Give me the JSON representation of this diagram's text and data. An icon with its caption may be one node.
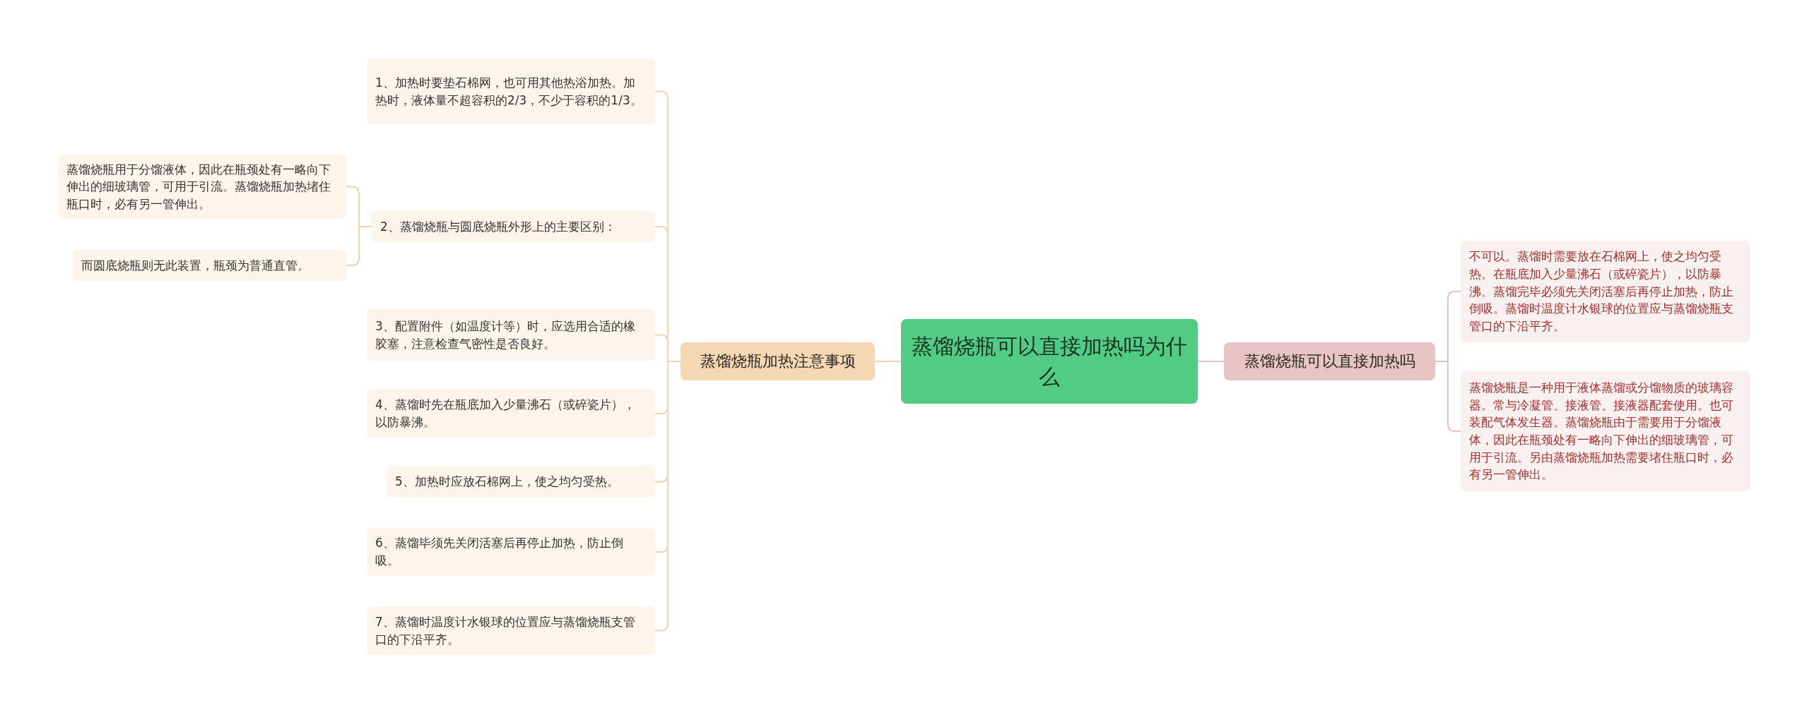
{
  "diagram": {
    "nodes": [
      {
        "text": [
          "蒸馏烧瓶可以直接加热吗为什么"
        ]
      },
      {
        "text": [
          "蒸馏烧瓶加热注意事项"
        ]
      },
      {
        "text": [
          "1、加热时要垫石棉网，也可用其他热浴加热。加热时，液体量不超容积的2/3，不少于容积的1/3。"
        ]
      },
      {
        "text": [
          "2、蒸馏烧瓶与圆底烧瓶外形上的主要区别："
        ]
      },
      {
        "text": [
          "3、配置附件（如温度计等）时，应选用合适的橡胶塞，注意检查气密性是否良好。"
        ]
      },
      {
        "text": [
          "4、蒸馏时先在瓶底加入少量沸石（或碎瓷片），以防暴沸。"
        ]
      },
      {
        "text": [
          "5、加热时应放石棉网上，使之均匀受热。"
        ]
      },
      {
        "text": [
          "6、蒸馏毕须先关闭活塞后再停止加热，防止倒吸。"
        ]
      },
      {
        "text": [
          "7、蒸馏时温度计水银球的位置应与蒸馏烧瓶支管口的下沿平齐。"
        ]
      },
      {
        "text": [
          "蒸馏烧瓶用于分馏液体，因此在瓶颈处有一略向下伸出的细玻璃管，可用于引流。蒸馏烧瓶加热堵住瓶口时，必有另一管伸出。"
        ]
      },
      {
        "text": [
          "而圆底烧瓶则无此装置，瓶颈为普通直管。"
        ]
      },
      {
        "text": [
          "蒸馏烧瓶可以直接加热吗"
        ]
      },
      {
        "text": [
          "不可以。蒸馏时需要放在石棉网上，使之均匀受热。在瓶底加入少量沸石（或碎瓷片），以防暴沸。蒸馏完毕必须先关闭活塞后再停止加热，防止倒吸。蒸馏时温度计水银球的位置应与蒸馏烧瓶支管口的下沿平齐。"
        ]
      },
      {
        "text": [
          "蒸馏烧瓶是一种用于液体蒸馏或分馏物质的玻璃容器。常与冷凝管、接液管、接液器配套使用。也可装配气体发生器。蒸馏烧瓶由于需要用于分馏液体，因此在瓶颈处有一略向下伸出的细玻璃管，可用于引流。另由蒸馏烧瓶加热需要堵住瓶口时，必有另一管伸出。"
        ]
      }
    ],
    "edges": [
      {
        "from": 0,
        "to": 1,
        "arrow": "none"
      },
      {
        "from": 1,
        "to": 2,
        "arrow": "none"
      },
      {
        "from": 1,
        "to": 3,
        "arrow": "none"
      },
      {
        "from": 1,
        "to": 4,
        "arrow": "none"
      },
      {
        "from": 1,
        "to": 5,
        "arrow": "none"
      },
      {
        "from": 1,
        "to": 6,
        "arrow": "none"
      },
      {
        "from": 1,
        "to": 7,
        "arrow": "none"
      },
      {
        "from": 1,
        "to": 8,
        "arrow": "none"
      },
      {
        "from": 3,
        "to": 9,
        "arrow": "none"
      },
      {
        "from": 3,
        "to": 10,
        "arrow": "none"
      },
      {
        "from": 0,
        "to": 11,
        "arrow": "none",
        "color": "#e6c3c3"
      },
      {
        "from": 11,
        "to": 12,
        "arrow": "none",
        "color": "#e6c3c3"
      },
      {
        "from": 11,
        "to": 13,
        "arrow": "none",
        "color": "#e6c3c3"
      }
    ]
  }
}
